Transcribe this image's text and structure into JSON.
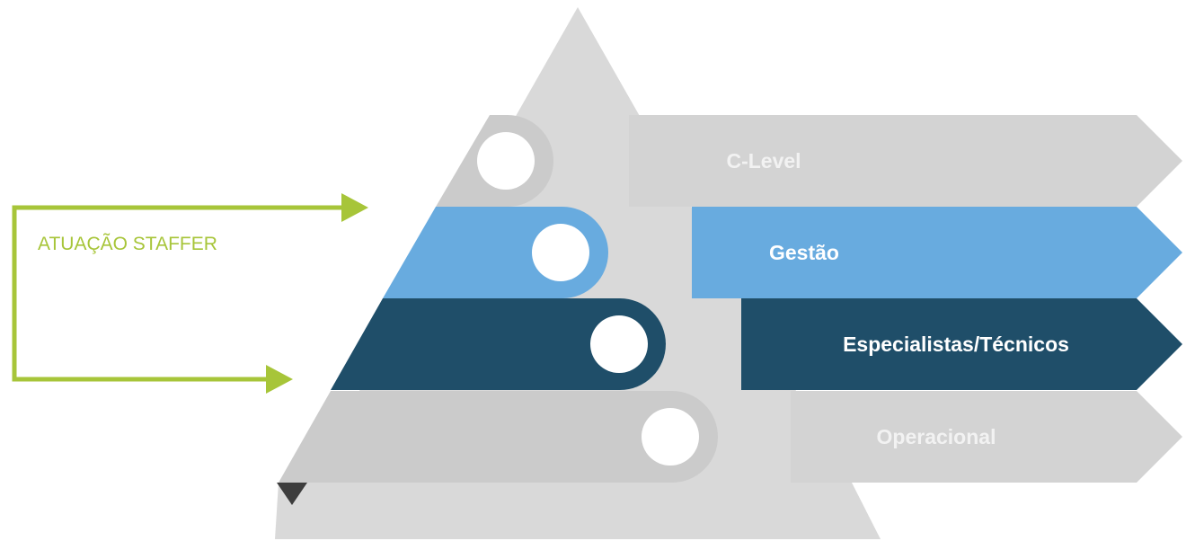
{
  "colors": {
    "background": "#ffffff",
    "pyramid": "#d9d9d9",
    "gray_band": "#d3d3d3",
    "gray_band_shadow": "#c8c8c8",
    "light_blue": "#68abdf",
    "dark_blue": "#1f4e69",
    "circle": "#ffffff",
    "label_gray": "#f2f2f2",
    "label_white": "#ffffff",
    "staffer_green": "#a7c539",
    "dark_wedge": "#3d3d3d"
  },
  "levels": [
    {
      "label": "C-Level",
      "fill": "gray"
    },
    {
      "label": "Gestão",
      "fill": "light_blue"
    },
    {
      "label": "Especialistas/Técnicos",
      "fill": "dark_blue"
    },
    {
      "label": "Operacional",
      "fill": "gray"
    }
  ],
  "staffer": {
    "label": "ATUAÇÃO STAFFER",
    "covers_levels": [
      "Gestão",
      "Especialistas/Técnicos"
    ]
  }
}
